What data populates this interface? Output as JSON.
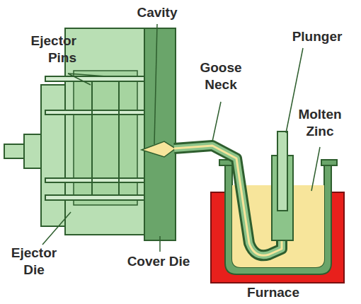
{
  "diagram": {
    "labels": [
      "Ejector Pins",
      "Cavity",
      "Plunger",
      "Goose Neck",
      "Molten Zinc",
      "Ejector Die",
      "Cover Die",
      "Furnace"
    ]
  }
}
